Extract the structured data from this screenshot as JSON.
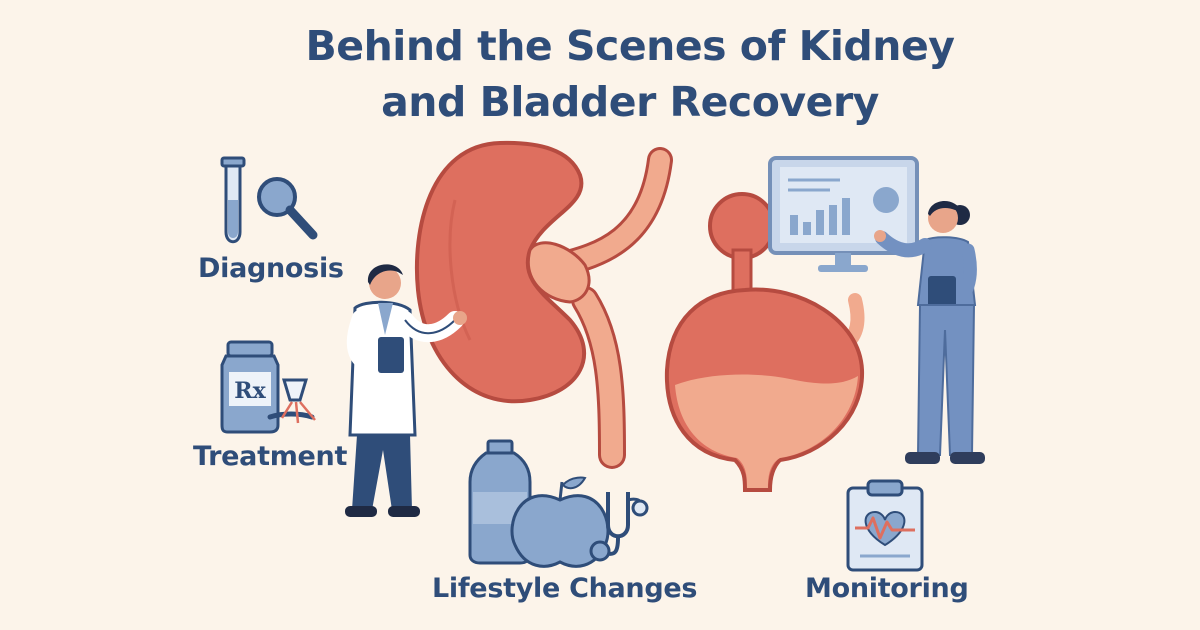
{
  "title": {
    "line1": "Behind the Scenes of Kidney",
    "line2": "and Bladder Recovery"
  },
  "labels": {
    "diagnosis": "Diagnosis",
    "treatment": "Treatment",
    "lifestyle": "Lifestyle Changes",
    "monitoring": "Monitoring"
  },
  "icons": {
    "prescription_mark": "Rx"
  },
  "colors": {
    "background": "#fcf4ea",
    "heading": "#2f4d79",
    "organ": "#de6f5f",
    "organ_outline": "#b64b40",
    "organ_light": "#f1aa8e",
    "icon_fill": "#8aa7cd",
    "icon_stroke": "#2f4d79"
  }
}
